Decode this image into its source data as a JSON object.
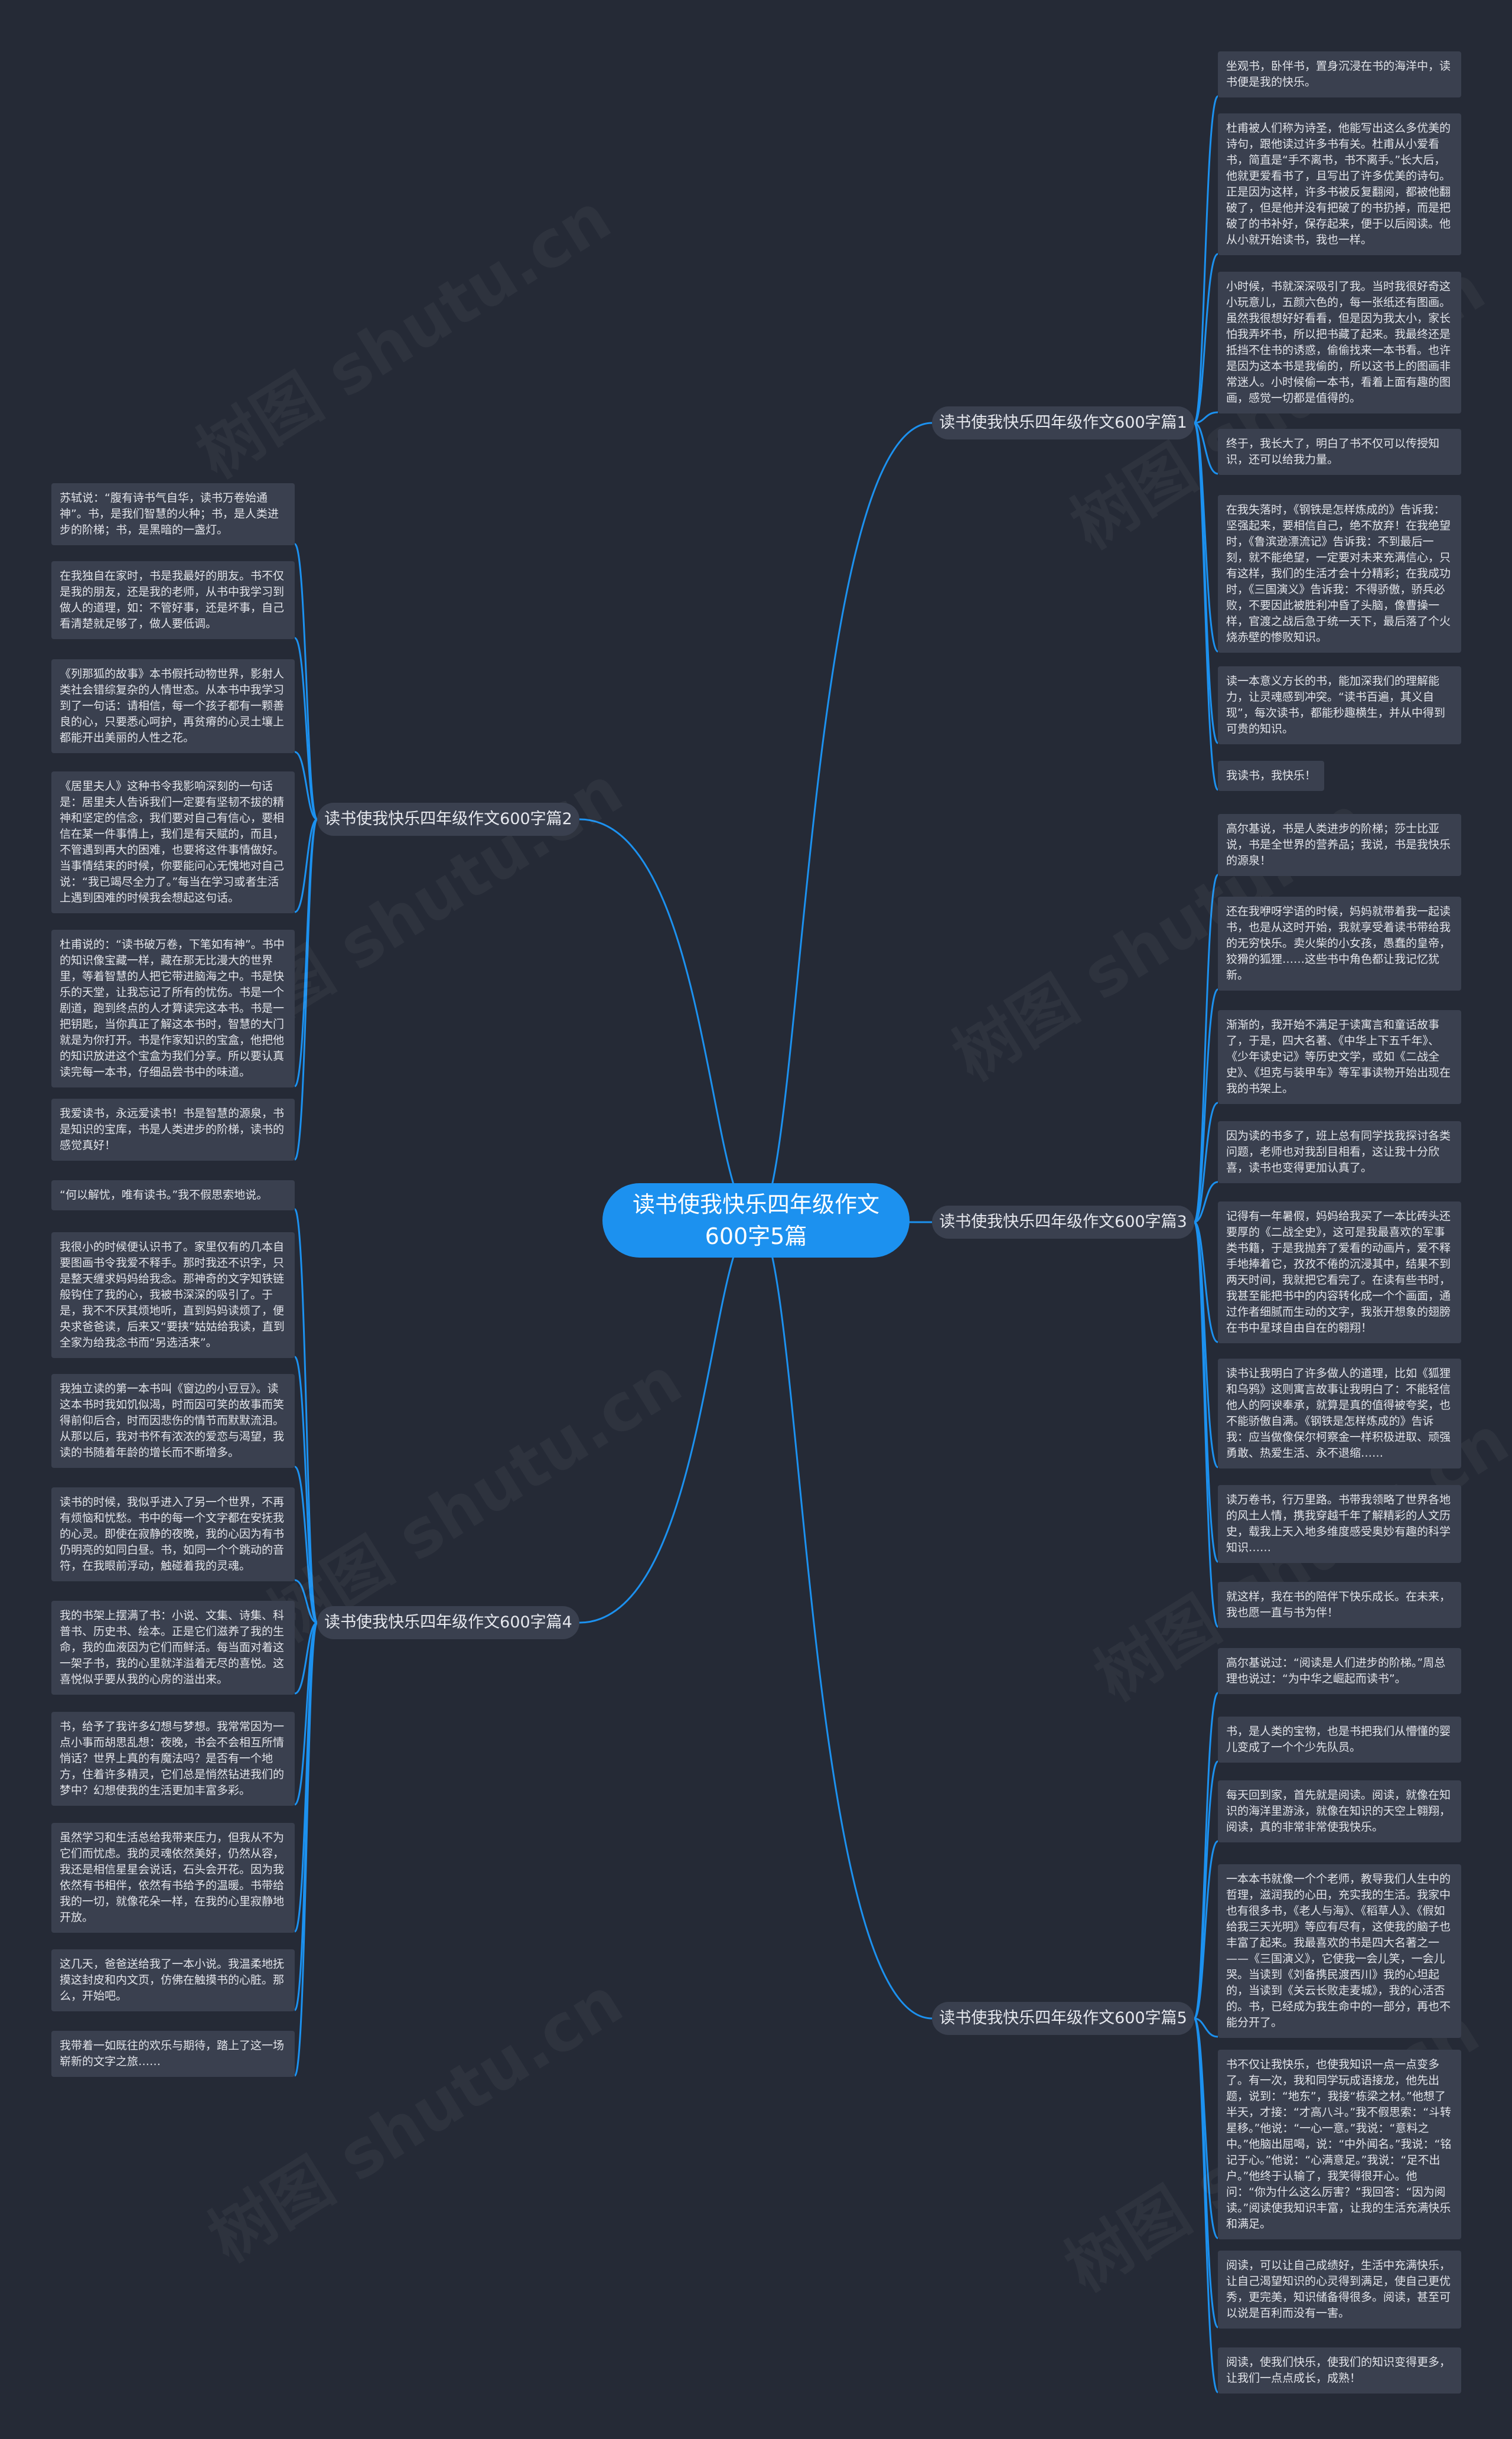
{
  "root": {
    "label": "读书使我快乐四年级作文600字5篇"
  },
  "colors": {
    "background": "#252a36",
    "root": "#1c91ef",
    "node": "#3a404f",
    "line": "#1c91ef",
    "text": "#e2e4ea"
  },
  "watermark": "树图 shutu.cn",
  "branches": [
    {
      "label": "读书使我快乐四年级作文600字篇1",
      "side": "right",
      "leaves": [
        "坐观书，卧伴书，置身沉浸在书的海洋中，读书便是我的快乐。",
        "杜甫被人们称为诗圣，他能写出这么多优美的诗句，跟他读过许多书有关。杜甫从小爱看书，简直是“手不离书，书不离手。”长大后，他就更爱看书了，且写出了许多优美的诗句。正是因为这样，许多书被反复翻阅，都被他翻破了，但是他并没有把破了的书扔掉，而是把破了的书补好，保存起来，便于以后阅读。他从小就开始读书，我也一样。",
        "小时候，书就深深吸引了我。当时我很好奇这小玩意儿，五颜六色的，每一张纸还有图画。虽然我很想好好看看，但是因为我太小，家长怕我弄坏书，所以把书藏了起来。我最终还是抵挡不住书的诱惑，偷偷找来一本书看。也许是因为这本书是我偷的，所以这书上的图画非常迷人。小时候偷一本书，看着上面有趣的图画，感觉一切都是值得的。",
        "终于，我长大了，明白了书不仅可以传授知识，还可以给我力量。",
        "在我失落时，《钢铁是怎样炼成的》告诉我：坚强起来，要相信自己，绝不放弃！在我绝望时，《鲁滨逊漂流记》告诉我：不到最后一刻，就不能绝望，一定要对未来充满信心，只有这样，我们的生活才会十分精彩；在我成功时，《三国演义》告诉我：不得骄傲，骄兵必败，不要因此被胜利冲昏了头脑，像曹操一样，官渡之战后急于统一天下，最后落了个火烧赤壁的惨败知识。",
        "读一本意义方长的书，能加深我们的理解能力，让灵魂感到冲突。“读书百遍，其义自现”，每次读书，都能秒趣横生，并从中得到可贵的知识。",
        "我读书，我快乐！"
      ]
    },
    {
      "label": "读书使我快乐四年级作文600字篇2",
      "side": "left",
      "leaves": [
        "苏轼说：“腹有诗书气自华，读书万卷始通神”。书，是我们智慧的火种；书，是人类进步的阶梯；书，是黑暗的一盏灯。",
        "在我独自在家时，书是我最好的朋友。书不仅是我的朋友，还是我的老师，从书中我学习到做人的道理，如：不管好事，还是坏事，自己看清楚就足够了，做人要低调。",
        "《列那狐的故事》本书假托动物世界，影射人类社会错综复杂的人情世态。从本书中我学习到了一句话：请相信，每一个孩子都有一颗善良的心，只要悉心呵护，再贫瘠的心灵土壤上都能开出美丽的人性之花。",
        "《居里夫人》这种书令我影响深刻的一句话是：居里夫人告诉我们一定要有坚韧不拔的精神和坚定的信念，我们要对自己有信心，要相信在某一件事情上，我们是有天赋的，而且，不管遇到再大的困难，也要将这件事情做好。当事情结束的时候，你要能问心无愧地对自己说：“我已竭尽全力了。”每当在学习或者生活上遇到困难的时候我会想起这句话。",
        "杜甫说的：“读书破万卷，下笔如有神”。书中的知识像宝藏一样，藏在那无比漫大的世界里，等着智慧的人把它带进脑海之中。书是快乐的天堂，让我忘记了所有的忧伤。书是一个剧道，跑到终点的人才算读完这本书。书是一把钥匙，当你真正了解这本书时，智慧的大门就是为你打开。书是作家知识的宝盒，他把他的知识放进这个宝盒为我们分享。所以要认真读完每一本书，仔细品尝书中的味道。",
        "我爱读书，永远爱读书！书是智慧的源泉，书是知识的宝库，书是人类进步的阶梯，读书的感觉真好！"
      ]
    },
    {
      "label": "读书使我快乐四年级作文600字篇3",
      "side": "right",
      "leaves": [
        "高尔基说，书是人类进步的阶梯；莎士比亚说，书是全世界的营养品；我说，书是我快乐的源泉！",
        "还在我咿呀学语的时候，妈妈就带着我一起读书，也是从这时开始，我就享受着读书带给我的无穷快乐。卖火柴的小女孩，愚蠢的皇帝，狡猾的狐狸……这些书中角色都让我记忆犹新。",
        "渐渐的，我开始不满足于读寓言和童话故事了，于是，四大名著、《中华上下五千年》、《少年读史记》等历史文学，或如《二战全史》、《坦克与装甲车》等军事读物开始出现在我的书架上。",
        "因为读的书多了，班上总有同学找我探讨各类问题，老师也对我刮目相看，这让我十分欣喜，读书也变得更加认真了。",
        "记得有一年暑假，妈妈给我买了一本比砖头还要厚的《二战全史》，这可是我最喜欢的军事类书籍，于是我抛弃了爱看的动画片，爱不释手地捧着它，孜孜不倦的沉浸其中，结果不到两天时间，我就把它看完了。在读有些书时，我甚至能把书中的内容转化成一个个画面，通过作者细腻而生动的文字，我张开想象的翅膀在书中星球自由自在的翱翔！",
        "读书让我明白了许多做人的道理，比如《狐狸和乌鸦》这则寓言故事让我明白了：不能轻信他人的阿谀奉承，就算是真的值得被夸奖，也不能骄傲自满。《钢铁是怎样炼成的》告诉我：应当做像保尔柯察金一样积极进取、顽强勇敢、热爱生活、永不退缩……",
        "读万卷书，行万里路。书带我领略了世界各地的风土人情，携我穿越千年了解精彩的人文历史，载我上天入地多维度感受奥妙有趣的科学知识……",
        "就这样，我在书的陪伴下快乐成长。在未来，我也愿一直与书为伴！"
      ]
    },
    {
      "label": "读书使我快乐四年级作文600字篇4",
      "side": "left",
      "leaves": [
        "“何以解忧，唯有读书。”我不假思索地说。",
        "我很小的时候便认识书了。家里仅有的几本自要图画书令我爱不释手。那时我还不识字，只是整天缠求妈妈给我念。那神奇的文字知铁链般钩住了我的心，我被书深深的吸引了。于是，我不不厌其烦地听，直到妈妈读烦了，便央求爸爸读，后来又“要挟”姑姑给我读，直到全家为给我念书而“另选活来”。",
        "我独立读的第一本书叫《窗边的小豆豆》。读这本书时我如饥似渴，时而因可笑的故事而笑得前仰后合，时而因悲伤的情节而默默流泪。从那以后，我对书怀有浓浓的爱恋与渴望，我读的书随着年龄的增长而不断增多。",
        "读书的时候，我似乎进入了另一个世界，不再有烦恼和忧愁。书中的每一个文字都在安抚我的心灵。即使在寂静的夜晚，我的心因为有书仍明亮的如同白昼。书，如同一个个跳动的音符，在我眼前浮动，触碰着我的灵魂。",
        "我的书架上摆满了书：小说、文集、诗集、科普书、历史书、绘本。正是它们滋养了我的生命，我的血液因为它们而鲜活。每当面对着这一架子书，我的心里就洋溢着无尽的喜悦。这喜悦似乎要从我的心房的溢出来。",
        "书，给予了我许多幻想与梦想。我常常因为一点小事而胡思乱想：夜晚，书会不会相互所情悄话？世界上真的有魔法吗？是否有一个地方，住着许多精灵，它们总是悄然钻进我们的梦中？幻想使我的生活更加丰富多彩。",
        "虽然学习和生活总给我带来压力，但我从不为它们而忧虑。我的灵魂依然美好，仍然从容，我还是相信星星会说话，石头会开花。因为我依然有书相伴，依然有书给予的温暖。书带给我的一切，就像花朵一样，在我的心里寂静地开放。",
        "这几天，爸爸送给我了一本小说。我温柔地抚摸这封皮和内文页，仿佛在触摸书的心脏。那么，开始吧。",
        "我带着一如既往的欢乐与期待，踏上了这一场崭新的文字之旅……"
      ]
    },
    {
      "label": "读书使我快乐四年级作文600字篇5",
      "side": "right",
      "leaves": [
        "高尔基说过：“阅读是人们进步的阶梯。”周总理也说过：“为中华之崛起而读书”。",
        "书，是人类的宝物，也是书把我们从懵懂的婴儿变成了一个个少先队员。",
        "每天回到家，首先就是阅读。阅读，就像在知识的海洋里游泳，就像在知识的天空上翱翔，阅读，真的非常非常使我快乐。",
        "一本本书就像一个个老师，教导我们人生中的哲理，滋润我的心田，充实我的生活。我家中也有很多书，《老人与海》、《稻草人》、《假如给我三天光明》等应有尽有，这使我的脑子也丰富了起来。我最喜欢的书是四大名著之一——《三国演义》，它使我一会儿笑，一会儿哭。当读到《刘备携民渡西川》我的心坦起的，当读到《关云长败走麦城》，我的心活否的。书，已经成为我生命中的一部分，再也不能分开了。",
        "书不仅让我快乐，也使我知识一点一点变多了。有一次，我和同学玩成语接龙，他先出题，说到：“地东”，我接“栋梁之材。”他想了半天，才接：“才高八斗。”我不假思索：“斗转星移。”他说：“一心一意。”我说：“意料之中。”他脑出屈喝，说：“中外闻名。”我说：“铭记于心。”他说：“心满意足。”我说：“足不出户。”他终于认输了，我笑得很开心。他问：“你为什么这么厉害？”我回答：“因为阅读。”阅读使我知识丰富，让我的生活充满快乐和满足。",
        "阅读，可以让自己成绩好，生活中充满快乐，让自己渴望知识的心灵得到满足，使自己更优秀，更完美，知识储备得很多。阅读，甚至可以说是百利而没有一害。",
        "阅读，使我们快乐，使我们的知识变得更多，让我们一点点成长，成熟！"
      ]
    }
  ]
}
